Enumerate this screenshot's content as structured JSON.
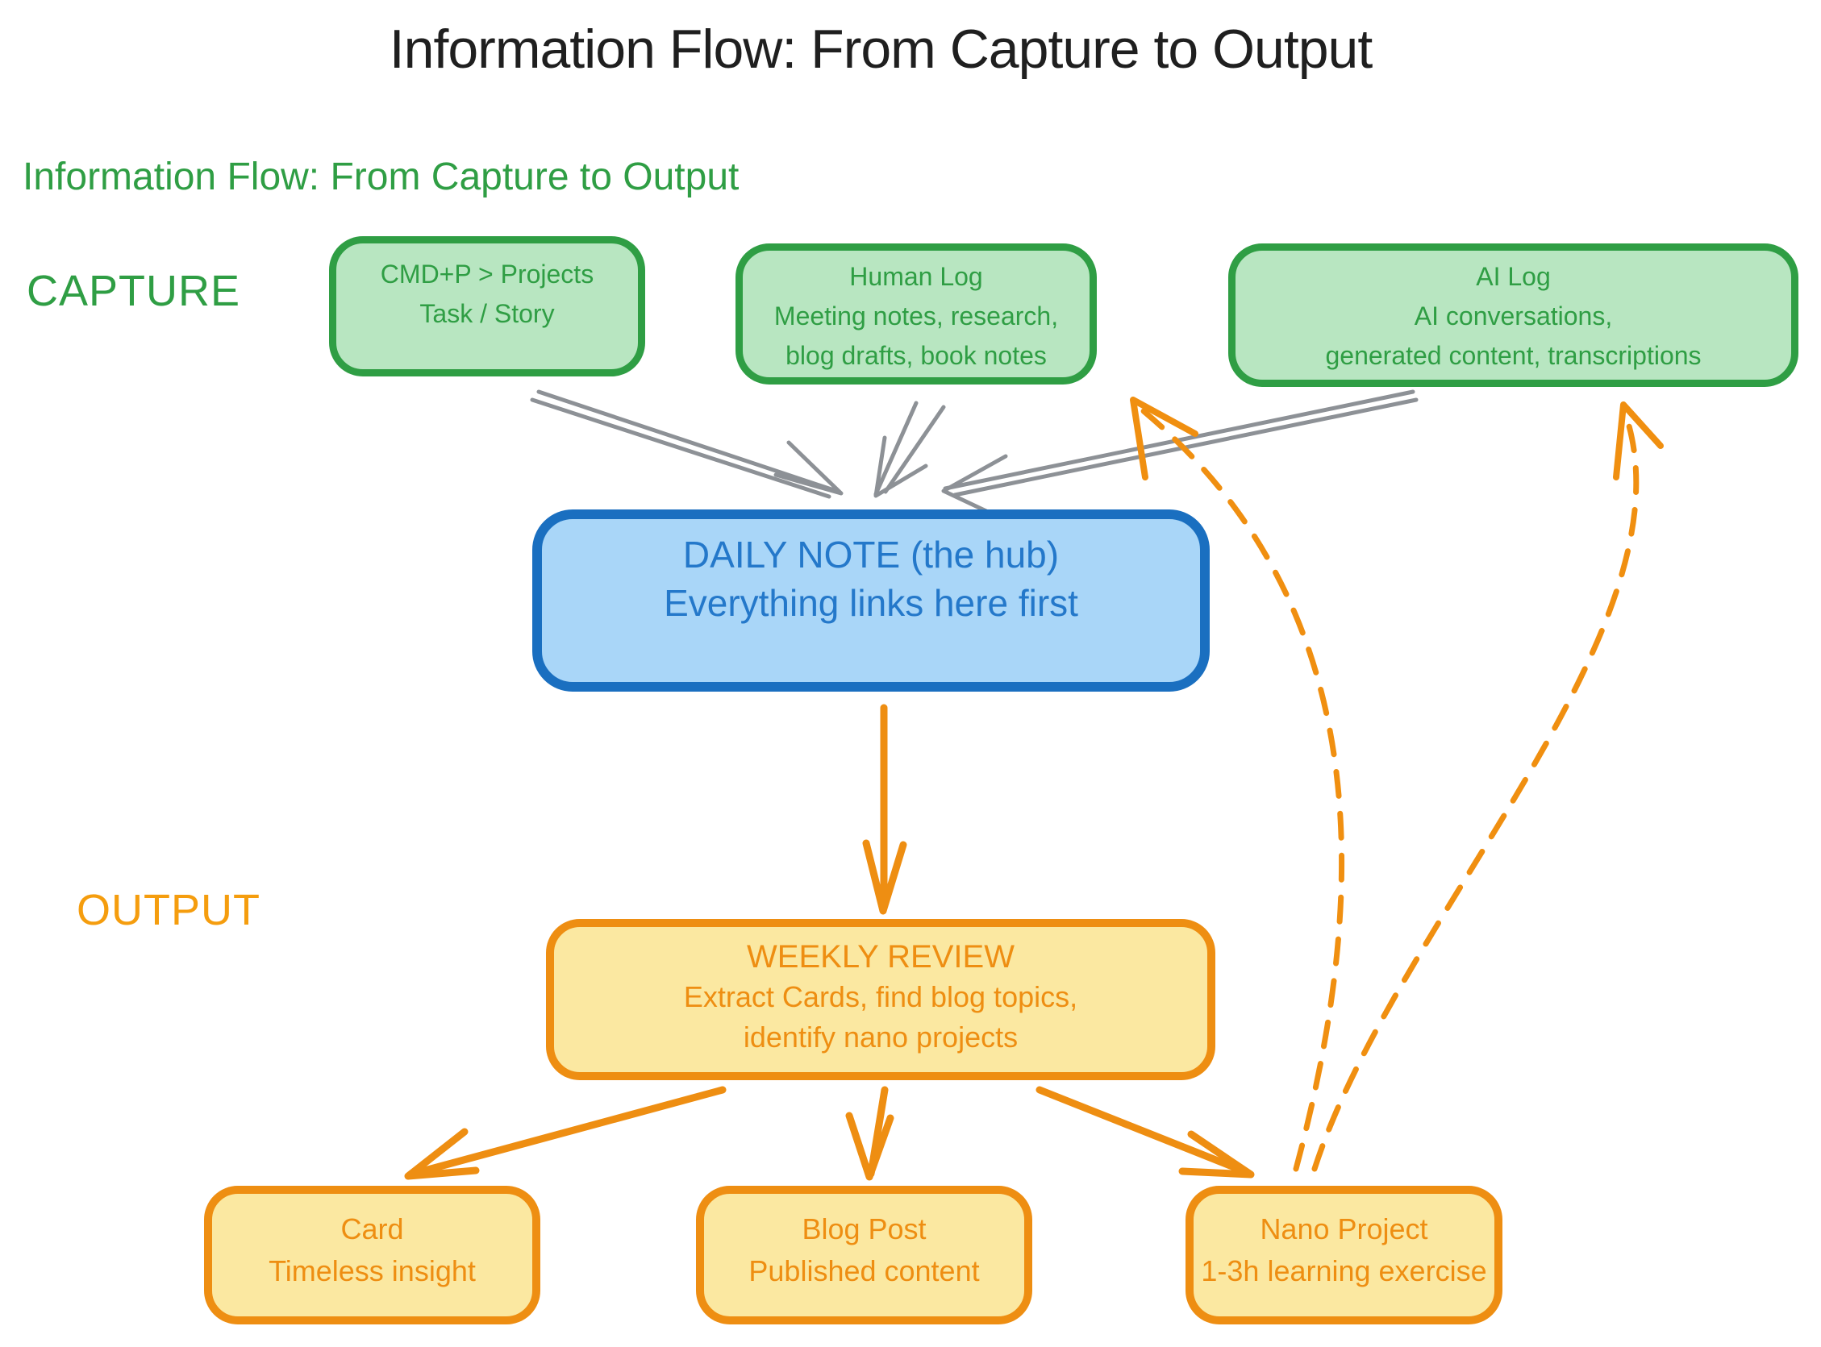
{
  "title": "Information Flow: From Capture to Output",
  "subtitle": "Information Flow: From Capture to Output",
  "sections": {
    "capture_label": "CAPTURE",
    "output_label": "OUTPUT"
  },
  "nodes": {
    "cmd_p": {
      "lines": [
        "CMD+P > Projects",
        "Task / Story"
      ]
    },
    "human_log": {
      "lines": [
        "Human Log",
        "Meeting notes, research,",
        "blog drafts, book notes"
      ]
    },
    "ai_log": {
      "lines": [
        "AI Log",
        "AI conversations,",
        "generated content, transcriptions"
      ]
    },
    "daily_note": {
      "lines": [
        "DAILY NOTE (the hub)",
        "Everything links here first"
      ]
    },
    "weekly_review": {
      "lines": [
        "WEEKLY REVIEW",
        "Extract Cards, find blog topics,",
        "identify nano projects"
      ]
    },
    "card": {
      "lines": [
        "Card",
        "Timeless insight"
      ]
    },
    "blog_post": {
      "lines": [
        "Blog Post",
        "Published content"
      ]
    },
    "nano_project": {
      "lines": [
        "Nano Project",
        "1-3h learning exercise"
      ]
    }
  },
  "edges": [
    {
      "from": "cmd_p",
      "to": "daily_note",
      "style": "solid-gray"
    },
    {
      "from": "human_log",
      "to": "daily_note",
      "style": "solid-gray"
    },
    {
      "from": "ai_log",
      "to": "daily_note",
      "style": "solid-gray"
    },
    {
      "from": "daily_note",
      "to": "weekly_review",
      "style": "solid-orange"
    },
    {
      "from": "weekly_review",
      "to": "card",
      "style": "solid-orange"
    },
    {
      "from": "weekly_review",
      "to": "blog_post",
      "style": "solid-orange"
    },
    {
      "from": "weekly_review",
      "to": "nano_project",
      "style": "solid-orange"
    },
    {
      "from": "nano_project",
      "to": "human_log",
      "style": "dashed-orange"
    },
    {
      "from": "nano_project",
      "to": "ai_log",
      "style": "dashed-orange"
    }
  ],
  "colors": {
    "title_text": "#1f1f1f",
    "green_accent": "#2f9e44",
    "green_fill": "#b8e6c1",
    "blue_border": "#1a6fc0",
    "blue_fill": "#a9d6f8",
    "blue_text": "#2478ca",
    "orange_accent": "#ee8e12",
    "orange_fill": "#fbe8a1",
    "output_label_color": "#f59d0e",
    "gray_arrow": "#8d9196"
  }
}
